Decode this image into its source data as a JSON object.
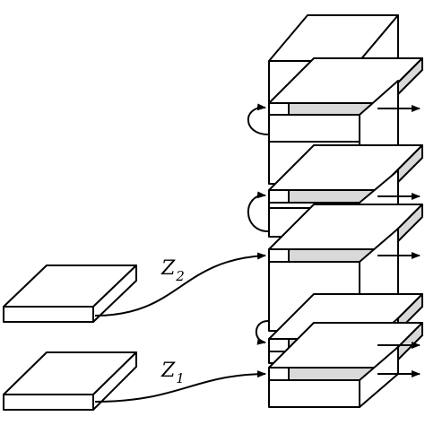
{
  "labels": {
    "z2_main": "Z",
    "z2_sub": "2",
    "z1_main": "Z",
    "z1_sub": "1"
  },
  "colors": {
    "stroke": "#000000",
    "box_fill": "#ffffff",
    "plate_fill": "#d9d9d9"
  }
}
